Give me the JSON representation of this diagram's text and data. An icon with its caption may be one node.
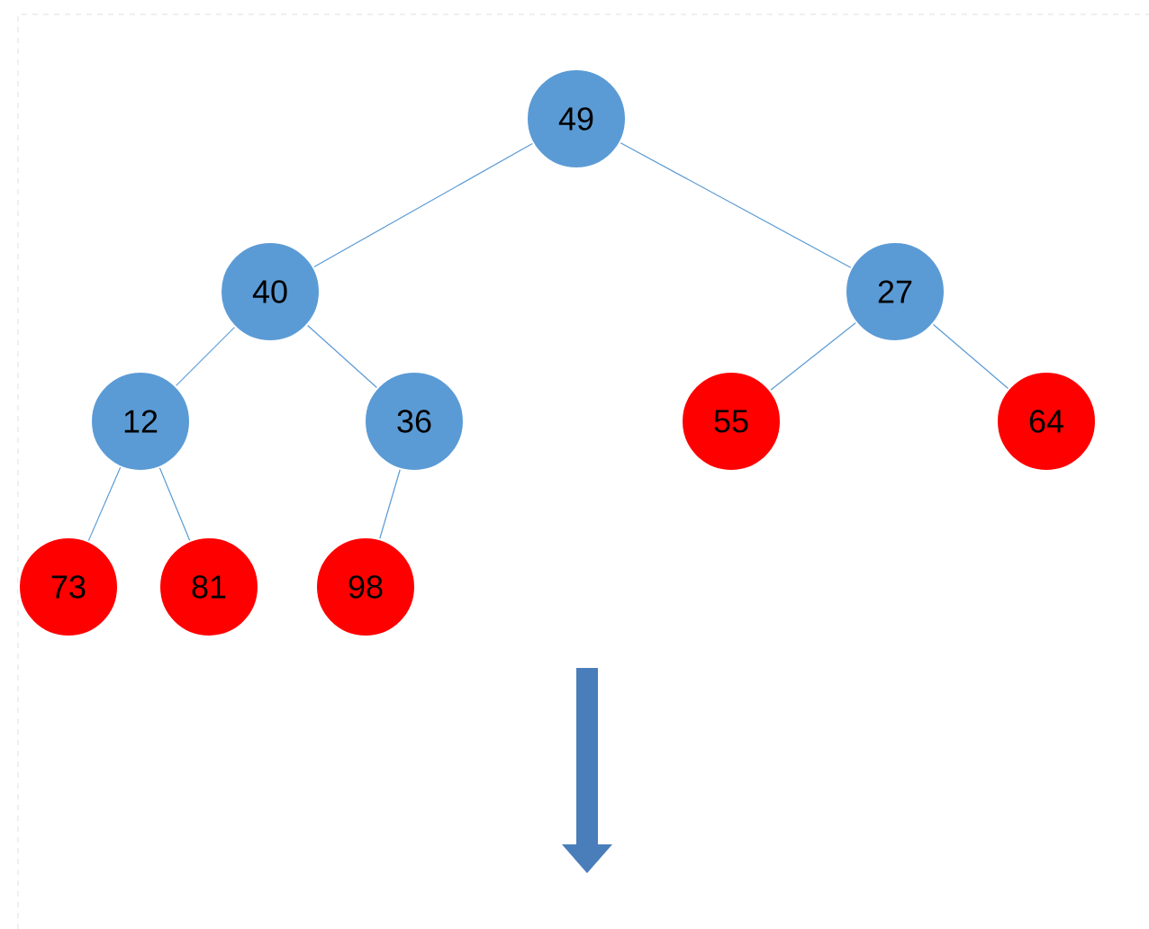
{
  "diagram": {
    "nodes": [
      {
        "text": [
          "49"
        ]
      },
      {
        "text": [
          "40"
        ]
      },
      {
        "text": [
          "27"
        ]
      },
      {
        "text": [
          "12"
        ]
      },
      {
        "text": [
          "36"
        ]
      },
      {
        "text": [
          "55"
        ]
      },
      {
        "text": [
          "64"
        ]
      },
      {
        "text": [
          "73"
        ]
      },
      {
        "text": [
          "81"
        ]
      },
      {
        "text": [
          "98"
        ]
      }
    ],
    "edges": [
      {
        "from": 0,
        "to": 1,
        "arrow": "none"
      },
      {
        "from": 0,
        "to": 2,
        "arrow": "none"
      },
      {
        "from": 1,
        "to": 3,
        "arrow": "none"
      },
      {
        "from": 1,
        "to": 4,
        "arrow": "none"
      },
      {
        "from": 2,
        "to": 5,
        "arrow": "none"
      },
      {
        "from": 2,
        "to": 6,
        "arrow": "none"
      },
      {
        "from": 3,
        "to": 7,
        "arrow": "none"
      },
      {
        "from": 3,
        "to": 8,
        "arrow": "none"
      },
      {
        "from": 4,
        "to": 9,
        "arrow": "none"
      }
    ]
  }
}
